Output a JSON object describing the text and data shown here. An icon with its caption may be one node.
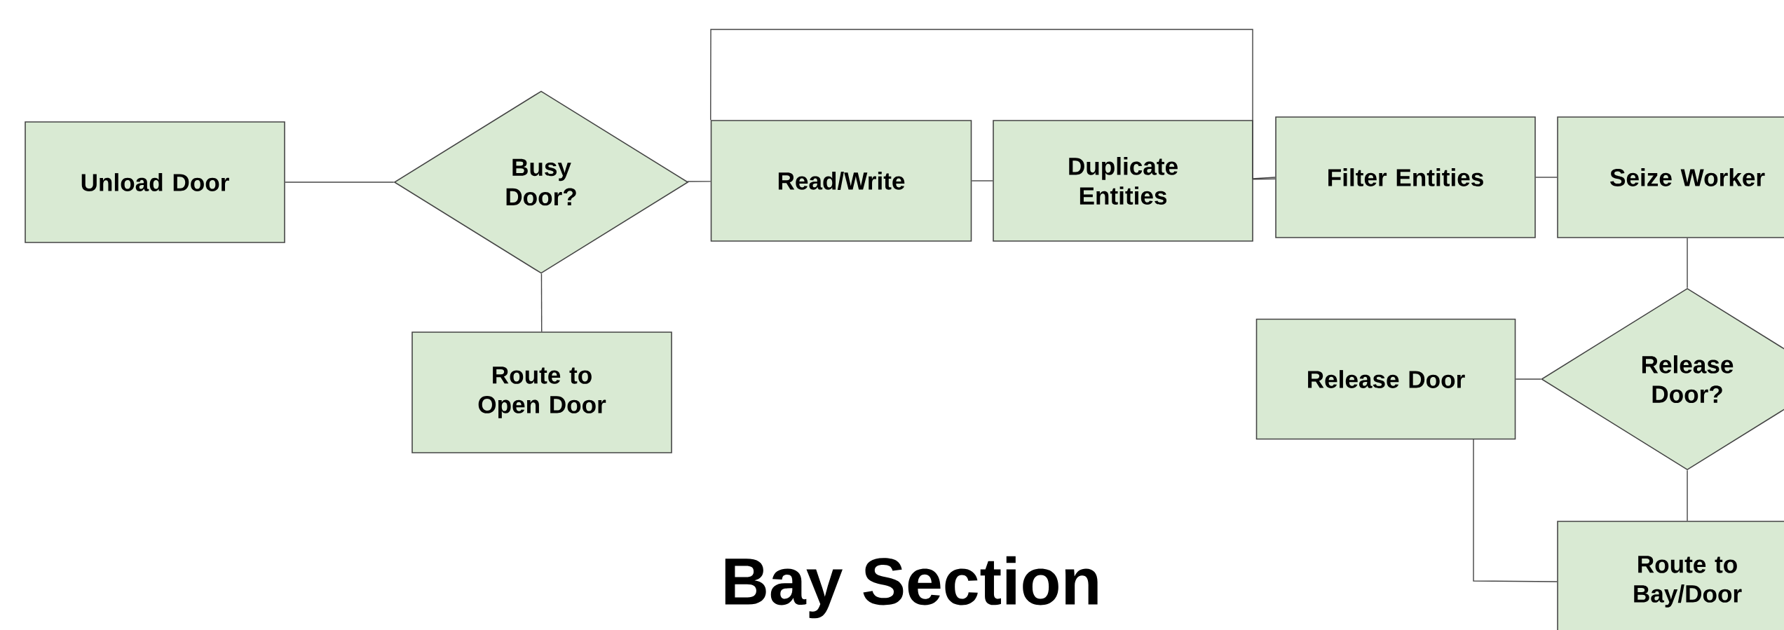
{
  "diagram": {
    "title": "Bay Section",
    "nodes": [
      {
        "text": [
          "Unload Door"
        ]
      },
      {
        "text": [
          "Busy Door?"
        ]
      },
      {
        "text": [
          "Route to Open Door"
        ]
      },
      {
        "text": [
          "Read/Write"
        ]
      },
      {
        "text": [
          "Duplicate Entities"
        ]
      },
      {
        "text": [
          "Filter Entities"
        ]
      },
      {
        "text": [
          "Seize Worker"
        ]
      },
      {
        "text": [
          "Release Door?"
        ]
      },
      {
        "text": [
          "Release Door"
        ]
      },
      {
        "text": [
          "Route to Bay/Door"
        ]
      }
    ],
    "edges": [
      {
        "from": 0,
        "to": 1,
        "arrow": "none"
      },
      {
        "from": 1,
        "to": 2,
        "arrow": "none"
      },
      {
        "from": 1,
        "to": 3,
        "arrow": "none"
      },
      {
        "from": 3,
        "to": 4,
        "arrow": "none"
      },
      {
        "from": 4,
        "to": 5,
        "arrow": "none"
      },
      {
        "from": 3,
        "to": 5,
        "arrow": "none"
      },
      {
        "from": 5,
        "to": 6,
        "arrow": "none"
      },
      {
        "from": 6,
        "to": 7,
        "arrow": "none"
      },
      {
        "from": 7,
        "to": 8,
        "arrow": "none"
      },
      {
        "from": 7,
        "to": 9,
        "arrow": "none"
      },
      {
        "from": 8,
        "to": 9,
        "arrow": "none"
      }
    ]
  }
}
